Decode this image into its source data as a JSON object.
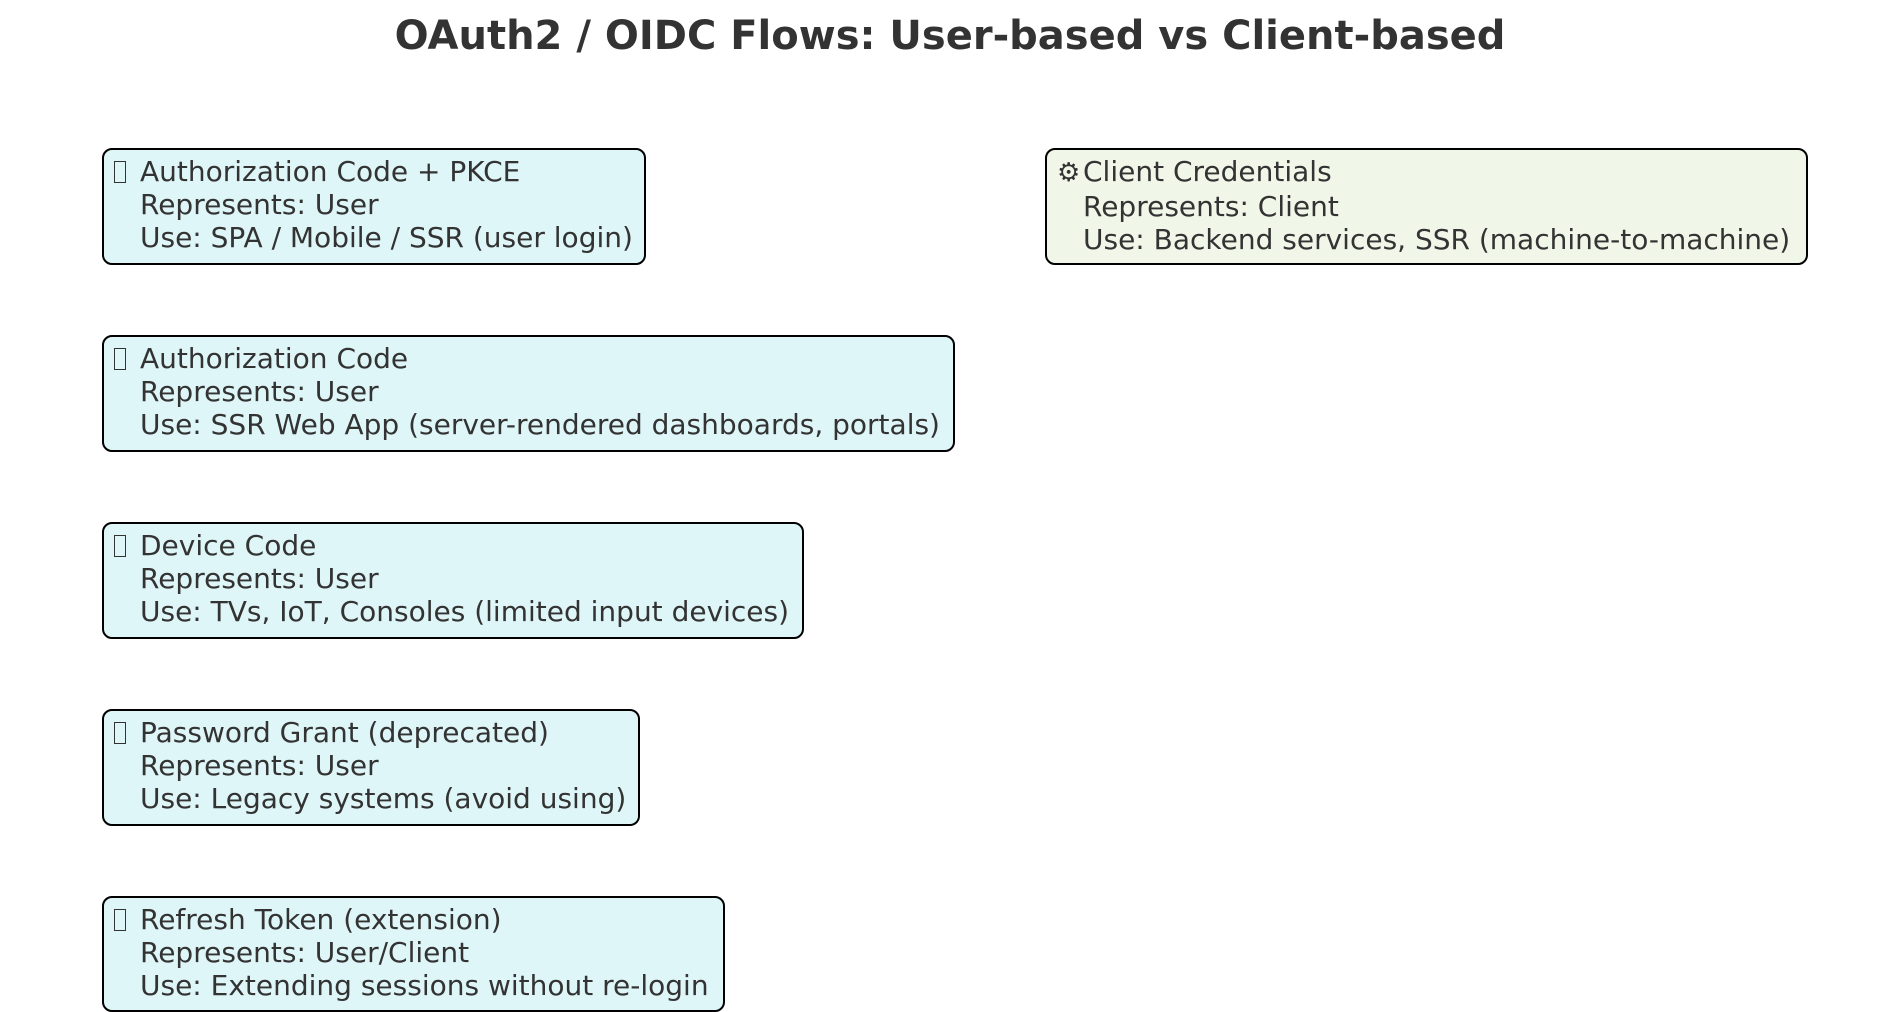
{
  "title": "OAuth2 / OIDC Flows: User-based vs Client-based",
  "colors": {
    "user_box_bg": "#dff6f8",
    "client_box_bg": "#f0f6e8",
    "border": "#000000",
    "text": "#333333"
  },
  "flows": {
    "auth_code_pkce": {
      "icon": "missing-glyph-icon",
      "name": "Authorization Code + PKCE",
      "represents": "Represents: User",
      "use": "Use: SPA / Mobile / SSR (user login)"
    },
    "auth_code": {
      "icon": "missing-glyph-icon",
      "name": "Authorization Code",
      "represents": "Represents: User",
      "use": "Use: SSR Web App (server-rendered dashboards, portals)"
    },
    "device_code": {
      "icon": "missing-glyph-icon",
      "name": "Device Code",
      "represents": "Represents: User",
      "use": "Use: TVs, IoT, Consoles (limited input devices)"
    },
    "password_grant": {
      "icon": "missing-glyph-icon",
      "name": "Password Grant (deprecated)",
      "represents": "Represents: User",
      "use": "Use: Legacy systems (avoid using)"
    },
    "refresh_token": {
      "icon": "missing-glyph-icon",
      "name": "Refresh Token (extension)",
      "represents": "Represents: User/Client",
      "use": "Use: Extending sessions without re-login"
    },
    "client_credentials": {
      "icon": "gear-icon",
      "name": "Client Credentials",
      "represents": "Represents: Client",
      "use": "Use: Backend services, SSR (machine-to-machine)"
    }
  }
}
